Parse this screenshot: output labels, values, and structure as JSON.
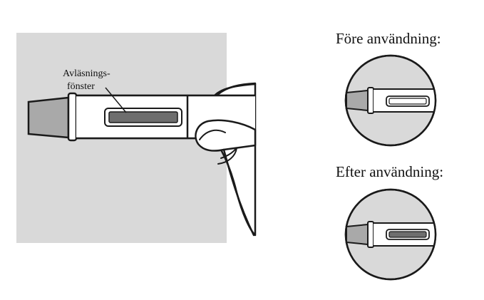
{
  "labels": {
    "window_label_line1": "Avläsnings-",
    "window_label_line2": "fönster",
    "before_heading": "Före användning:",
    "after_heading": "Efter användning:"
  },
  "colors": {
    "panel_background": "#d9d9d9",
    "outline": "#1a1a1a",
    "pen_body": "#ffffff",
    "cap_tip": "#a9a9a9",
    "window_before": "#ffffff",
    "window_after": "#6e6e6e"
  },
  "icons": {
    "hand": "hand-holding-pen-icon",
    "pen": "autoinjector-pen-icon"
  }
}
